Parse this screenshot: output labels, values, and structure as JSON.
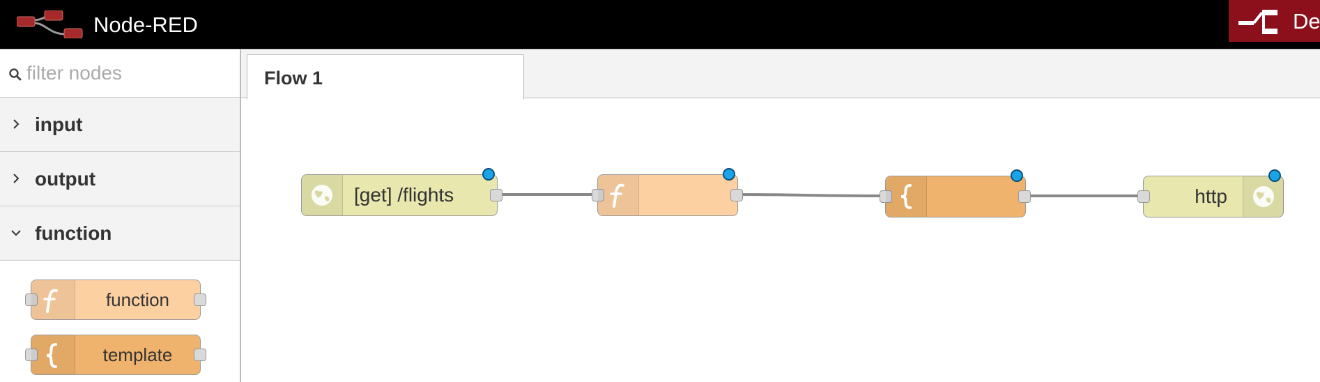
{
  "header": {
    "app_title": "Node-RED",
    "deploy_label": "Deploy",
    "deploy_color": "#8c101c",
    "logo_icon": "node-red-logo-icon",
    "deploy_icon": "deploy-icon"
  },
  "palette": {
    "filter": {
      "placeholder": "filter nodes",
      "value": ""
    },
    "categories": [
      {
        "label": "input",
        "expanded": false
      },
      {
        "label": "output",
        "expanded": false
      },
      {
        "label": "function",
        "expanded": true
      }
    ],
    "nodes": [
      {
        "label": "function",
        "icon": "function-icon",
        "color": "#fdd0a2"
      },
      {
        "label": "template",
        "icon": "template-braces-icon",
        "color": "#f0b36d"
      }
    ]
  },
  "workspace": {
    "tabs": [
      {
        "label": "Flow 1",
        "active": true
      }
    ],
    "flow_nodes": [
      {
        "label": "[get] /flights",
        "type": "http-in",
        "icon": "globe-icon",
        "color": "#e7e7ae"
      },
      {
        "label": "",
        "type": "function",
        "icon": "function-icon",
        "color": "#fdd0a2"
      },
      {
        "label": "",
        "type": "template",
        "icon": "template-braces-icon",
        "color": "#f0b36d"
      },
      {
        "label": "http",
        "type": "http-response",
        "icon": "globe-icon",
        "color": "#e7e7ae"
      }
    ],
    "status_color": "#1aa3e8"
  }
}
